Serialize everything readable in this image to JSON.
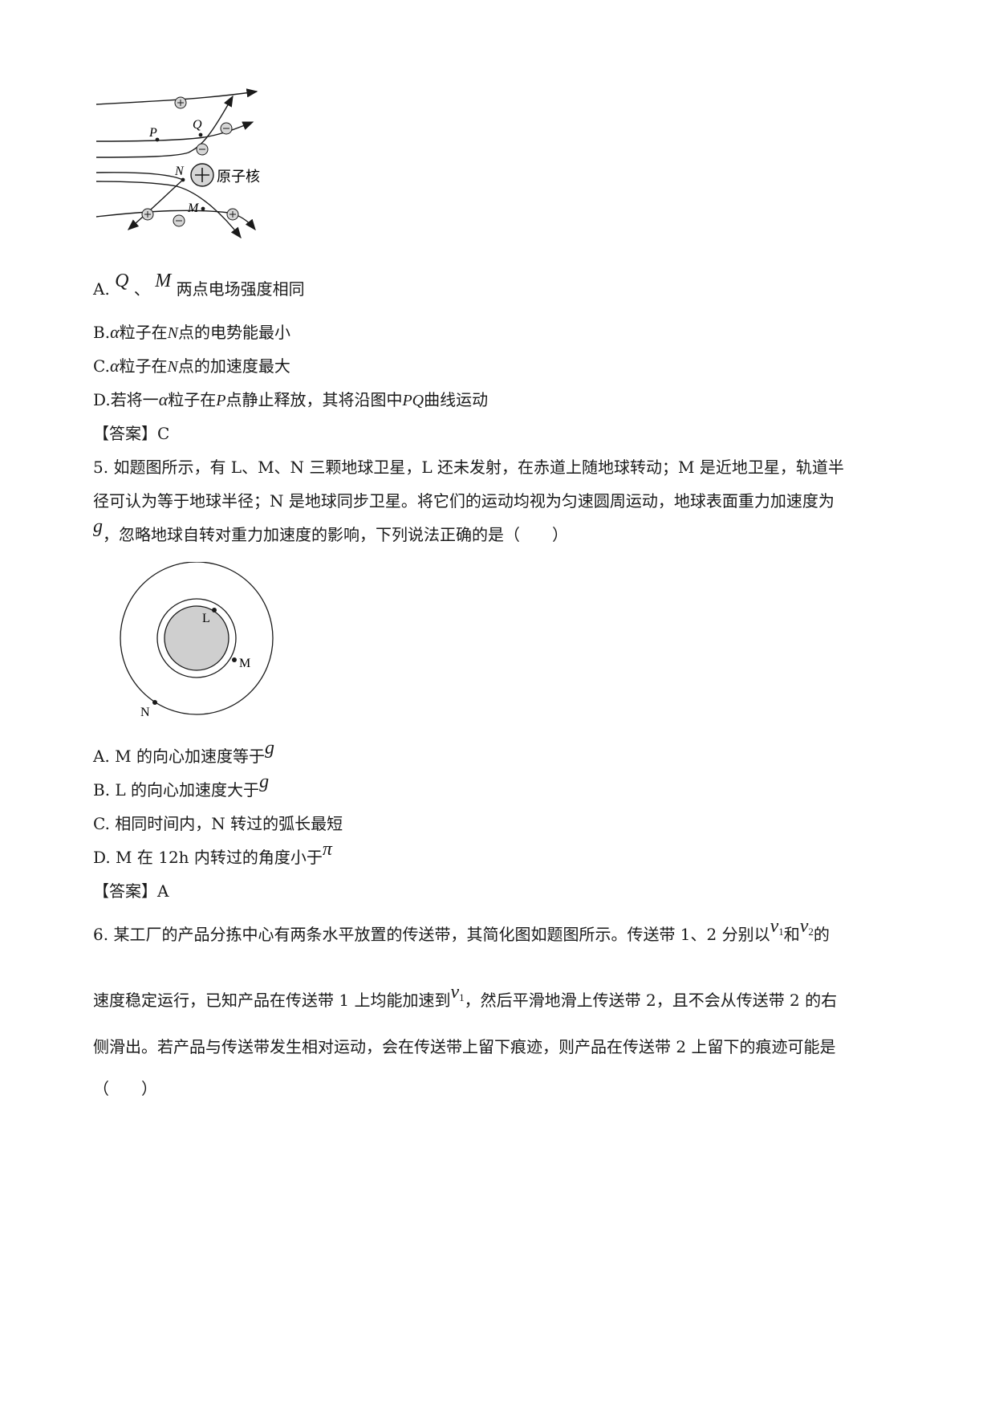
{
  "figure1": {
    "labels": {
      "P": "P",
      "Q": "Q",
      "N": "N",
      "M": "M"
    },
    "nucleus_label": "原子核"
  },
  "q4": {
    "options": {
      "A": {
        "label": "A.",
        "v1": "Q",
        "sep": "、",
        "v2": "M",
        "text": "两点电场强度相同"
      },
      "B": {
        "label": "B.",
        "alpha": "α",
        "t1": "粒子在",
        "n": "N",
        "t2": "点的电势能最小"
      },
      "C": {
        "label": "C.",
        "alpha": "α",
        "t1": "粒子在",
        "n": "N",
        "t2": "点的加速度最大"
      },
      "D": {
        "label": "D.",
        "t0": "若将一",
        "alpha": "α",
        "t1": "粒子在",
        "p": "P",
        "t2": "点静止释放，其将沿图中",
        "pq": "PQ",
        "t3": "曲线运动"
      }
    },
    "answer": "【答案】C"
  },
  "q5": {
    "line1": "5. 如题图所示，有 L、M、N 三颗地球卫星，L 还未发射，在赤道上随地球转动；M 是近地卫星，轨道半",
    "line2": "径可认为等于地球半径；N 是地球同步卫星。将它们的运动均视为匀速圆周运动，地球表面重力加速度为",
    "line3_var": "g",
    "line3": "，忽略地球自转对重力加速度的影响，下列说法正确的是（　　）",
    "figure_labels": {
      "L": "L",
      "M": "M",
      "N": "N"
    },
    "options": {
      "A": {
        "text": "A. M 的向心加速度等于",
        "var": "g"
      },
      "B": {
        "text": "B. L 的向心加速度大于",
        "var": "g"
      },
      "C": {
        "text": "C. 相同时间内，N 转过的弧长最短"
      },
      "D": {
        "text": "D. M 在 12h 内转过的角度小于",
        "var": "π"
      }
    },
    "answer": "【答案】A"
  },
  "q6": {
    "line1_a": "6. 某工厂的产品分拣中心有两条水平放置的传送带，其简化图如题图所示。传送带 1、2 分别以",
    "v": "v",
    "s1": "1",
    "s2": "2",
    "and": "和",
    "line1_b": "的",
    "line2_a": "速度稳定运行，已知产品在传送带 1 上均能加速到",
    "line2_b": "，然后平滑地滑上传送带 2，且不会从传送带 2 的右",
    "line3": "侧滑出。若产品与传送带发生相对运动，会在传送带上留下痕迹，则产品在传送带 2 上留下的痕迹可能是",
    "line4": "（　　）"
  }
}
